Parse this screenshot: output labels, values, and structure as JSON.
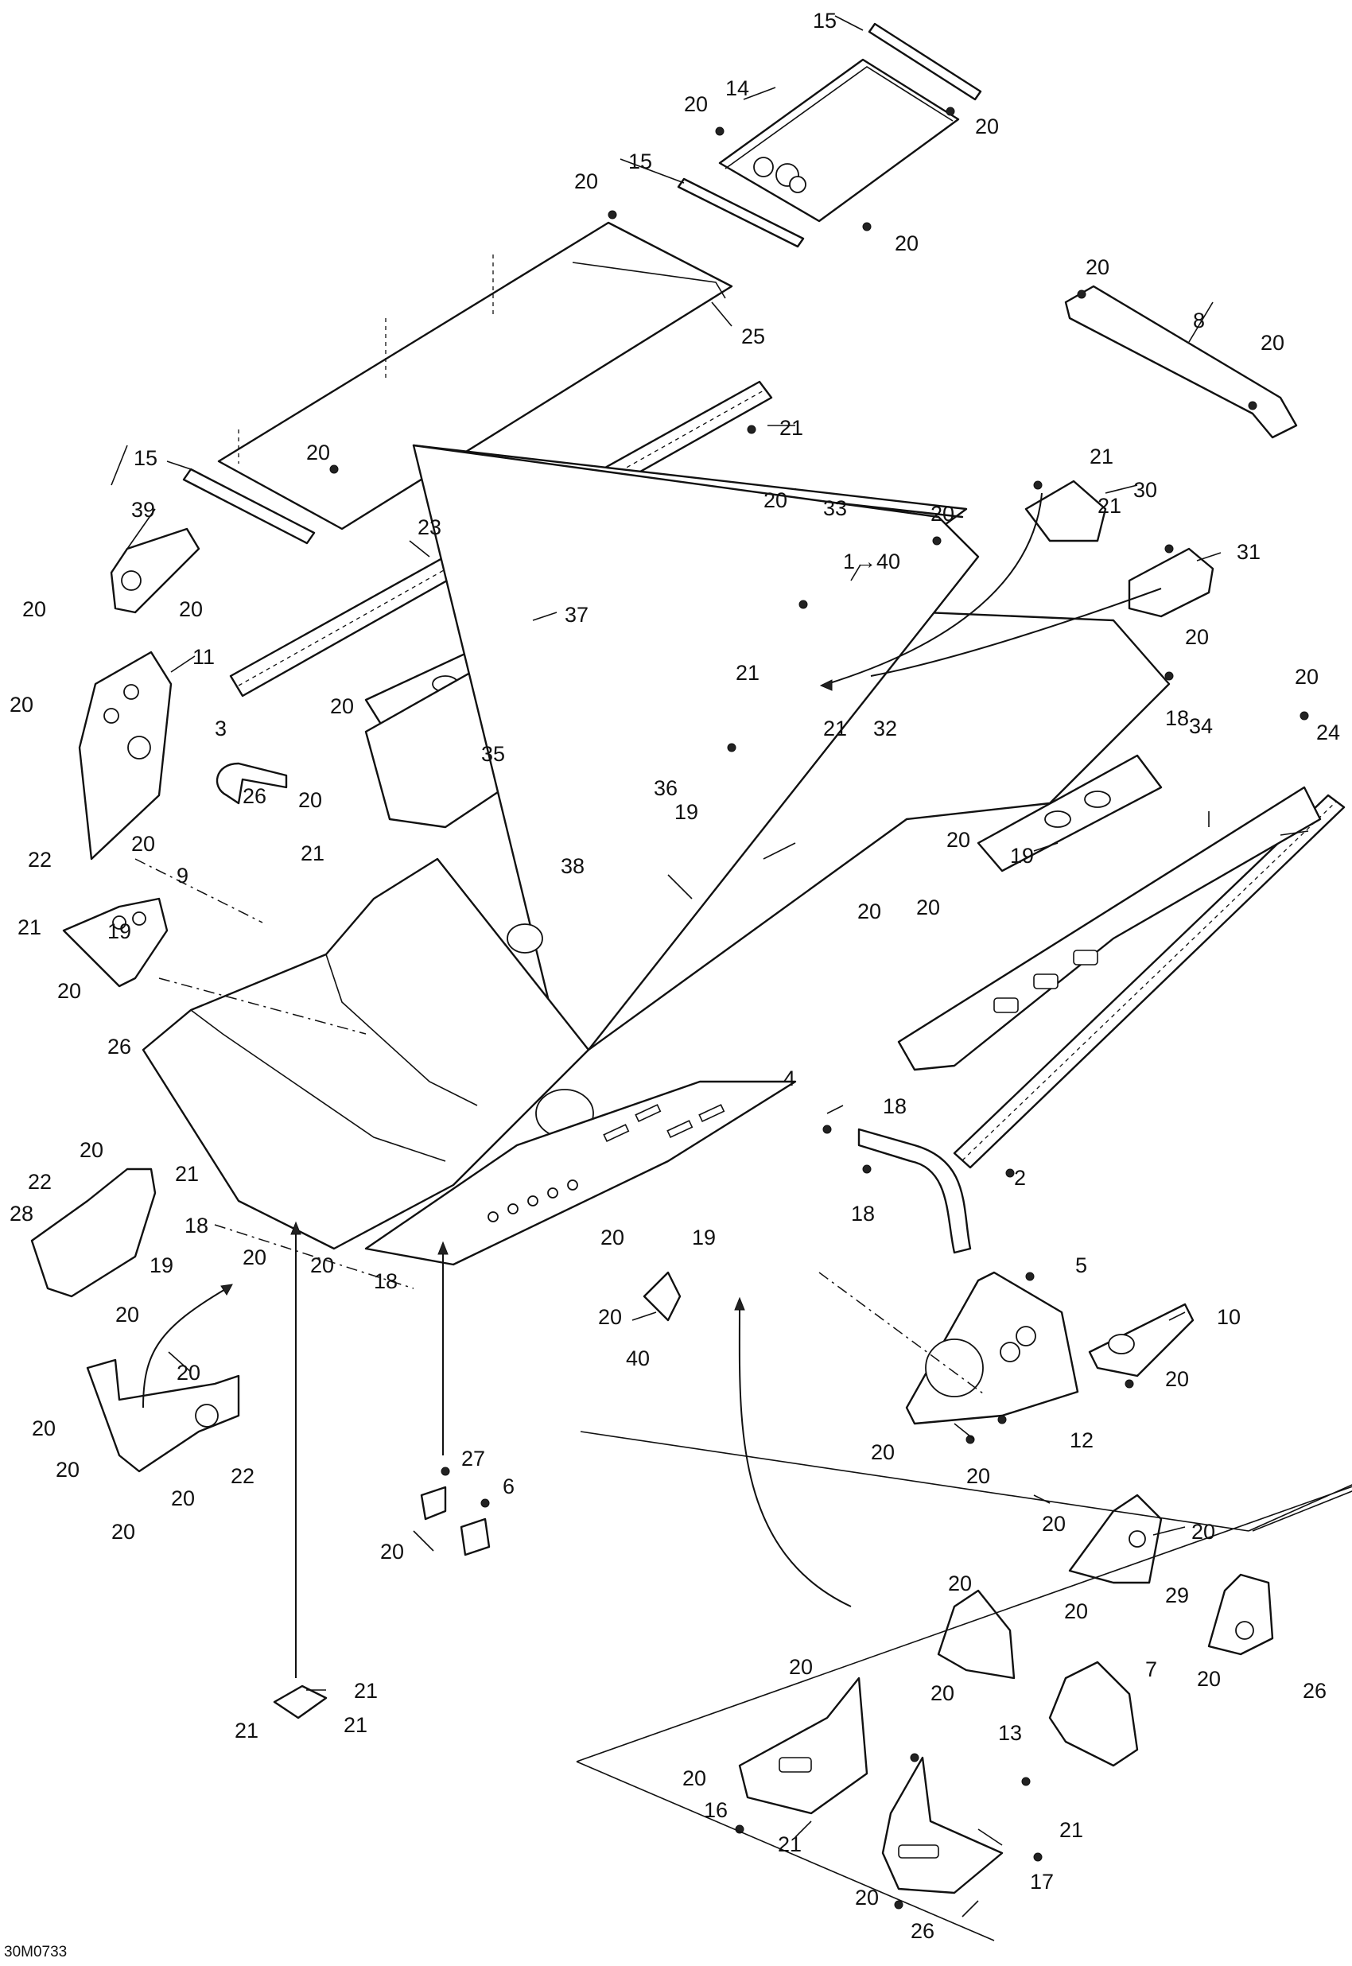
{
  "figure": {
    "reference_code": "30M0733",
    "callouts": [
      {
        "id": "c15a",
        "text": "15"
      },
      {
        "id": "c14",
        "text": "14"
      },
      {
        "id": "c20a",
        "text": "20"
      },
      {
        "id": "c20b",
        "text": "20"
      },
      {
        "id": "c15b",
        "text": "15"
      },
      {
        "id": "c20c",
        "text": "20"
      },
      {
        "id": "c20d",
        "text": "20"
      },
      {
        "id": "c25",
        "text": "25"
      },
      {
        "id": "c20e",
        "text": "20"
      },
      {
        "id": "c8",
        "text": "8"
      },
      {
        "id": "c20f",
        "text": "20"
      },
      {
        "id": "c21a",
        "text": "21"
      },
      {
        "id": "c15c",
        "text": "15"
      },
      {
        "id": "c20g",
        "text": "20"
      },
      {
        "id": "c21b",
        "text": "21"
      },
      {
        "id": "c30",
        "text": "30"
      },
      {
        "id": "c39",
        "text": "39"
      },
      {
        "id": "c23",
        "text": "23"
      },
      {
        "id": "c20h",
        "text": "20"
      },
      {
        "id": "c33",
        "text": "33"
      },
      {
        "id": "c20i",
        "text": "20"
      },
      {
        "id": "c1to40",
        "text": "1→40"
      },
      {
        "id": "c21c",
        "text": "21"
      },
      {
        "id": "c31",
        "text": "31"
      },
      {
        "id": "c20j",
        "text": "20"
      },
      {
        "id": "c20k",
        "text": "20"
      },
      {
        "id": "c37",
        "text": "37"
      },
      {
        "id": "c11",
        "text": "11"
      },
      {
        "id": "c20l",
        "text": "20"
      },
      {
        "id": "c21d",
        "text": "21"
      },
      {
        "id": "c20m",
        "text": "20"
      },
      {
        "id": "c20n",
        "text": "20"
      },
      {
        "id": "c20o",
        "text": "20"
      },
      {
        "id": "c34",
        "text": "34"
      },
      {
        "id": "c24",
        "text": "24"
      },
      {
        "id": "c3",
        "text": "3"
      },
      {
        "id": "c21e",
        "text": "21"
      },
      {
        "id": "c32",
        "text": "32"
      },
      {
        "id": "c18a",
        "text": "18"
      },
      {
        "id": "c26a",
        "text": "26"
      },
      {
        "id": "c20p",
        "text": "20"
      },
      {
        "id": "c35",
        "text": "35"
      },
      {
        "id": "c36",
        "text": "36"
      },
      {
        "id": "c19a",
        "text": "19"
      },
      {
        "id": "c22a",
        "text": "22"
      },
      {
        "id": "c20q",
        "text": "20"
      },
      {
        "id": "c21f",
        "text": "21"
      },
      {
        "id": "c38",
        "text": "38"
      },
      {
        "id": "c20r",
        "text": "20"
      },
      {
        "id": "c19b",
        "text": "19"
      },
      {
        "id": "c9",
        "text": "9"
      },
      {
        "id": "c21g",
        "text": "21"
      },
      {
        "id": "c20s",
        "text": "20"
      },
      {
        "id": "c20t",
        "text": "20"
      },
      {
        "id": "c19c",
        "text": "19"
      },
      {
        "id": "c20u",
        "text": "20"
      },
      {
        "id": "c26b",
        "text": "26"
      },
      {
        "id": "c4",
        "text": "4"
      },
      {
        "id": "c18b",
        "text": "18"
      },
      {
        "id": "c18c",
        "text": "18"
      },
      {
        "id": "c20v",
        "text": "20"
      },
      {
        "id": "c21h",
        "text": "21"
      },
      {
        "id": "c2",
        "text": "2"
      },
      {
        "id": "c28",
        "text": "28"
      },
      {
        "id": "c18d",
        "text": "18"
      },
      {
        "id": "c22b",
        "text": "22"
      },
      {
        "id": "c19d",
        "text": "19"
      },
      {
        "id": "c20w",
        "text": "20"
      },
      {
        "id": "c20x",
        "text": "20"
      },
      {
        "id": "c18e",
        "text": "18"
      },
      {
        "id": "c20y",
        "text": "20"
      },
      {
        "id": "c19e",
        "text": "19"
      },
      {
        "id": "c20z",
        "text": "20"
      },
      {
        "id": "c5",
        "text": "5"
      },
      {
        "id": "c20aa",
        "text": "20"
      },
      {
        "id": "c40",
        "text": "40"
      },
      {
        "id": "c10",
        "text": "10"
      },
      {
        "id": "c20ab",
        "text": "20"
      },
      {
        "id": "c20ac",
        "text": "20"
      },
      {
        "id": "c20ad",
        "text": "20"
      },
      {
        "id": "c22c",
        "text": "22"
      },
      {
        "id": "c20ae",
        "text": "20"
      },
      {
        "id": "c20af",
        "text": "20"
      },
      {
        "id": "c20ag",
        "text": "20"
      },
      {
        "id": "c12",
        "text": "12"
      },
      {
        "id": "c20ah",
        "text": "20"
      },
      {
        "id": "c20ai",
        "text": "20"
      },
      {
        "id": "c27",
        "text": "27"
      },
      {
        "id": "c20aj",
        "text": "20"
      },
      {
        "id": "c6",
        "text": "6"
      },
      {
        "id": "c20ak",
        "text": "20"
      },
      {
        "id": "c20al",
        "text": "20"
      },
      {
        "id": "c29",
        "text": "29"
      },
      {
        "id": "c20am",
        "text": "20"
      },
      {
        "id": "c20an",
        "text": "20"
      },
      {
        "id": "c20ao",
        "text": "20"
      },
      {
        "id": "c13",
        "text": "13"
      },
      {
        "id": "c21i",
        "text": "21"
      },
      {
        "id": "c21j",
        "text": "21"
      },
      {
        "id": "c21k",
        "text": "21"
      },
      {
        "id": "c20ap",
        "text": "20"
      },
      {
        "id": "c7",
        "text": "7"
      },
      {
        "id": "c20aq",
        "text": "20"
      },
      {
        "id": "c26c",
        "text": "26"
      },
      {
        "id": "c20ar",
        "text": "20"
      },
      {
        "id": "c16",
        "text": "16"
      },
      {
        "id": "c21l",
        "text": "21"
      },
      {
        "id": "c21m",
        "text": "21"
      },
      {
        "id": "c20as",
        "text": "20"
      },
      {
        "id": "c17",
        "text": "17"
      },
      {
        "id": "c26d",
        "text": "26"
      }
    ]
  }
}
